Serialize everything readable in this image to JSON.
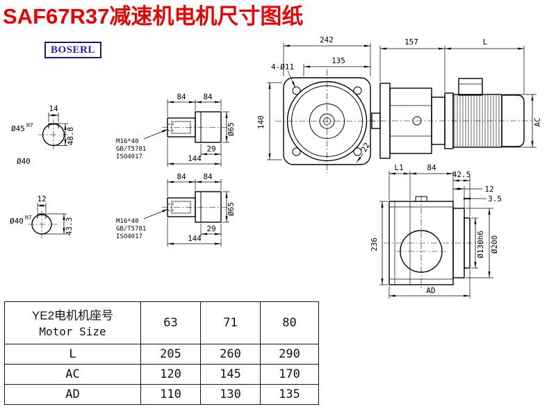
{
  "title": "SAF67R37减速机电机尺寸图纸",
  "logo": "BOSERL",
  "end_top": {
    "d14": "14",
    "dia": "Ø45",
    "tol": "H7",
    "d488": "48.8",
    "below": "Ø40"
  },
  "end_bot": {
    "d12": "12",
    "dia": "Ø40",
    "tol": "H7",
    "d433": "43.3"
  },
  "detail_top": {
    "d84a": "84",
    "d84b": "84",
    "bolt": "M16*40",
    "std1": "GB/T5781",
    "std2": "ISO4017",
    "d29": "29",
    "d144": "144",
    "d65": "Ø65"
  },
  "detail_bot": {
    "d84a": "84",
    "d84b": "84",
    "bolt": "M16*40",
    "std1": "GB/T5781",
    "std2": "ISO4017",
    "d29": "29",
    "d144": "144",
    "d65": "Ø65"
  },
  "front": {
    "d242": "242",
    "d135": "135",
    "holes": "4-Ø11",
    "d140": "140",
    "d22": "22"
  },
  "side": {
    "d157": "157",
    "dL": "L",
    "dAC": "AC"
  },
  "top": {
    "dL1": "L1",
    "d84": "84",
    "d425": "42.5",
    "d12": "12",
    "d35": "3.5",
    "d236": "236",
    "d130": "Ø130h6",
    "d200": "Ø200",
    "dAD": "AD"
  },
  "table": {
    "header": {
      "cn": "YE2电机机座号",
      "en": "Motor Size",
      "sizes": [
        "63",
        "71",
        "80"
      ]
    },
    "rows": [
      {
        "label": "L",
        "values": [
          "205",
          "260",
          "290"
        ]
      },
      {
        "label": "AC",
        "values": [
          "120",
          "145",
          "170"
        ]
      },
      {
        "label": "AD",
        "values": [
          "110",
          "130",
          "135"
        ]
      }
    ]
  }
}
